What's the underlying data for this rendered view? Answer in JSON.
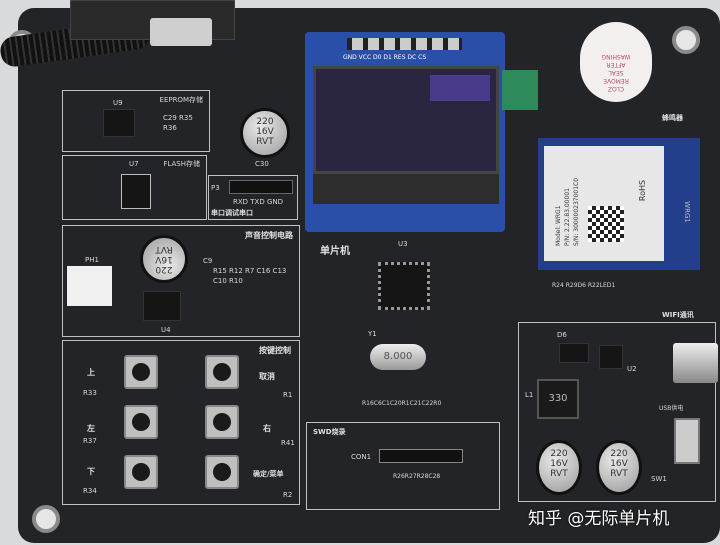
{
  "watermark": "知乎 @无际单片机",
  "sections": {
    "eeprom": "EEPROM存储",
    "flash": "FLASH存储",
    "uart": "串口调试串口",
    "uart_pins": "RXD TXD GND",
    "audio": "声音控制电路",
    "keys": "按键控制",
    "mcu": "单片机",
    "swd": "SWD烧录",
    "wifi": "WIFI通讯",
    "usb": "USB供电",
    "buzzer": "蜂鸣器"
  },
  "keys": {
    "up": "上",
    "left": "左",
    "down": "下",
    "cancel": "取消",
    "right": "右",
    "ok": "确定/菜单"
  },
  "oled_pins": "GND VCC D0 D1 RES DC CS",
  "capacitor": [
    "220",
    "16V",
    "RVT"
  ],
  "wifi_module": {
    "model": "Model: WRG1",
    "pn": "P/N: 2.22.83.00001",
    "sn": "S/N: 300000237001C0",
    "rohs": "RoHS",
    "antenna": "WRG1"
  },
  "buzzer_label": [
    "CLOZ",
    "REMOVE",
    "SEAL",
    "AFTER",
    "WASHING"
  ],
  "crystal": "8.000",
  "inductor": "330",
  "refs": {
    "u9": "U9",
    "u7": "U7",
    "u3": "U3",
    "u4": "U4",
    "u2": "U2",
    "y1": "Y1",
    "con1": "CON1",
    "d6": "D6",
    "l1": "L1",
    "sw1": "SW1",
    "p3": "P3",
    "ph1": "PH1",
    "c30": "C30",
    "c9": "C9",
    "r33": "R33",
    "r37": "R37",
    "r34": "R34",
    "r1": "R1",
    "r41": "R41",
    "r2": "R2",
    "wifi_refs": "R24 R29D6 R22LED1",
    "mcu_refs": "R16C6C1C20R1C21C22R0",
    "swd_refs": "R26R27R28C28",
    "eeprom_refs": "C29 R35 R36",
    "audio_refs": "R15 R12 R7 C16 C13 C10 R10"
  }
}
